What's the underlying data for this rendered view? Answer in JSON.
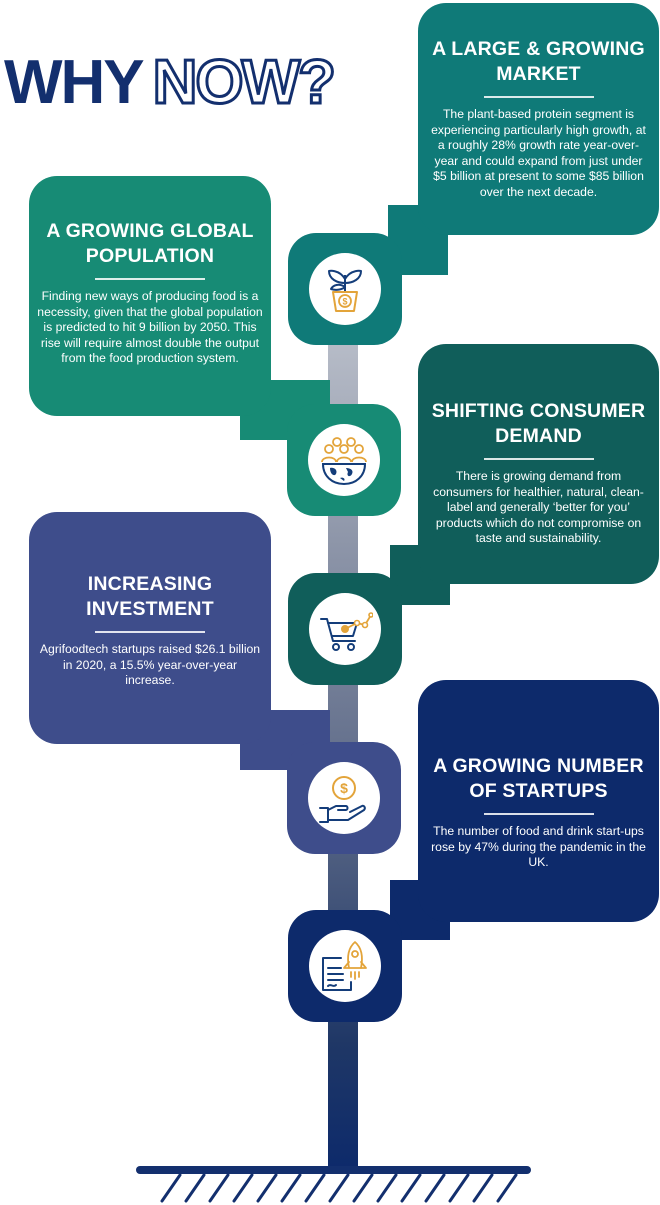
{
  "title": {
    "word1": "WHY",
    "word2": "NOW?"
  },
  "colors": {
    "navy": "#132f6e",
    "teal_top": "#0f7a78",
    "green": "#178b75",
    "dark_teal": "#105e5a",
    "purple": "#3e4d8b",
    "dark_navy": "#0d2a6b",
    "icon_gold": "#e3a43a"
  },
  "cards": [
    {
      "heading": "A LARGE & GROWING MARKET",
      "text": "The plant-based protein segment is experiencing particularly high growth, at a roughly 28% growth rate year-over-year and could expand from just under $5 billion at present to some $85 billion over the next decade.",
      "icon": "plant-money-icon"
    },
    {
      "heading": "A GROWING GLOBAL POPULATION",
      "text": "Finding new ways of producing food is a necessity, given that the global population is predicted to hit 9 billion by 2050. This rise will require almost double the output from the food production system.",
      "icon": "people-globe-icon"
    },
    {
      "heading": "SHIFTING CONSUMER DEMAND",
      "text": "There is growing demand from consumers for healthier, natural, clean-label and generally ‘better for you’ products which do not compromise on taste and sustainability.",
      "icon": "shopping-cart-trend-icon"
    },
    {
      "heading": "INCREASING INVESTMENT",
      "text": "Agrifoodtech startups raised $26.1 billion in 2020, a 15.5% year-over-year increase.",
      "icon": "hand-coin-icon"
    },
    {
      "heading": "A GROWING NUMBER OF STARTUPS",
      "text": "The number of food and drink start-ups rose by 47% during the pandemic in the UK.",
      "icon": "rocket-document-icon"
    }
  ]
}
